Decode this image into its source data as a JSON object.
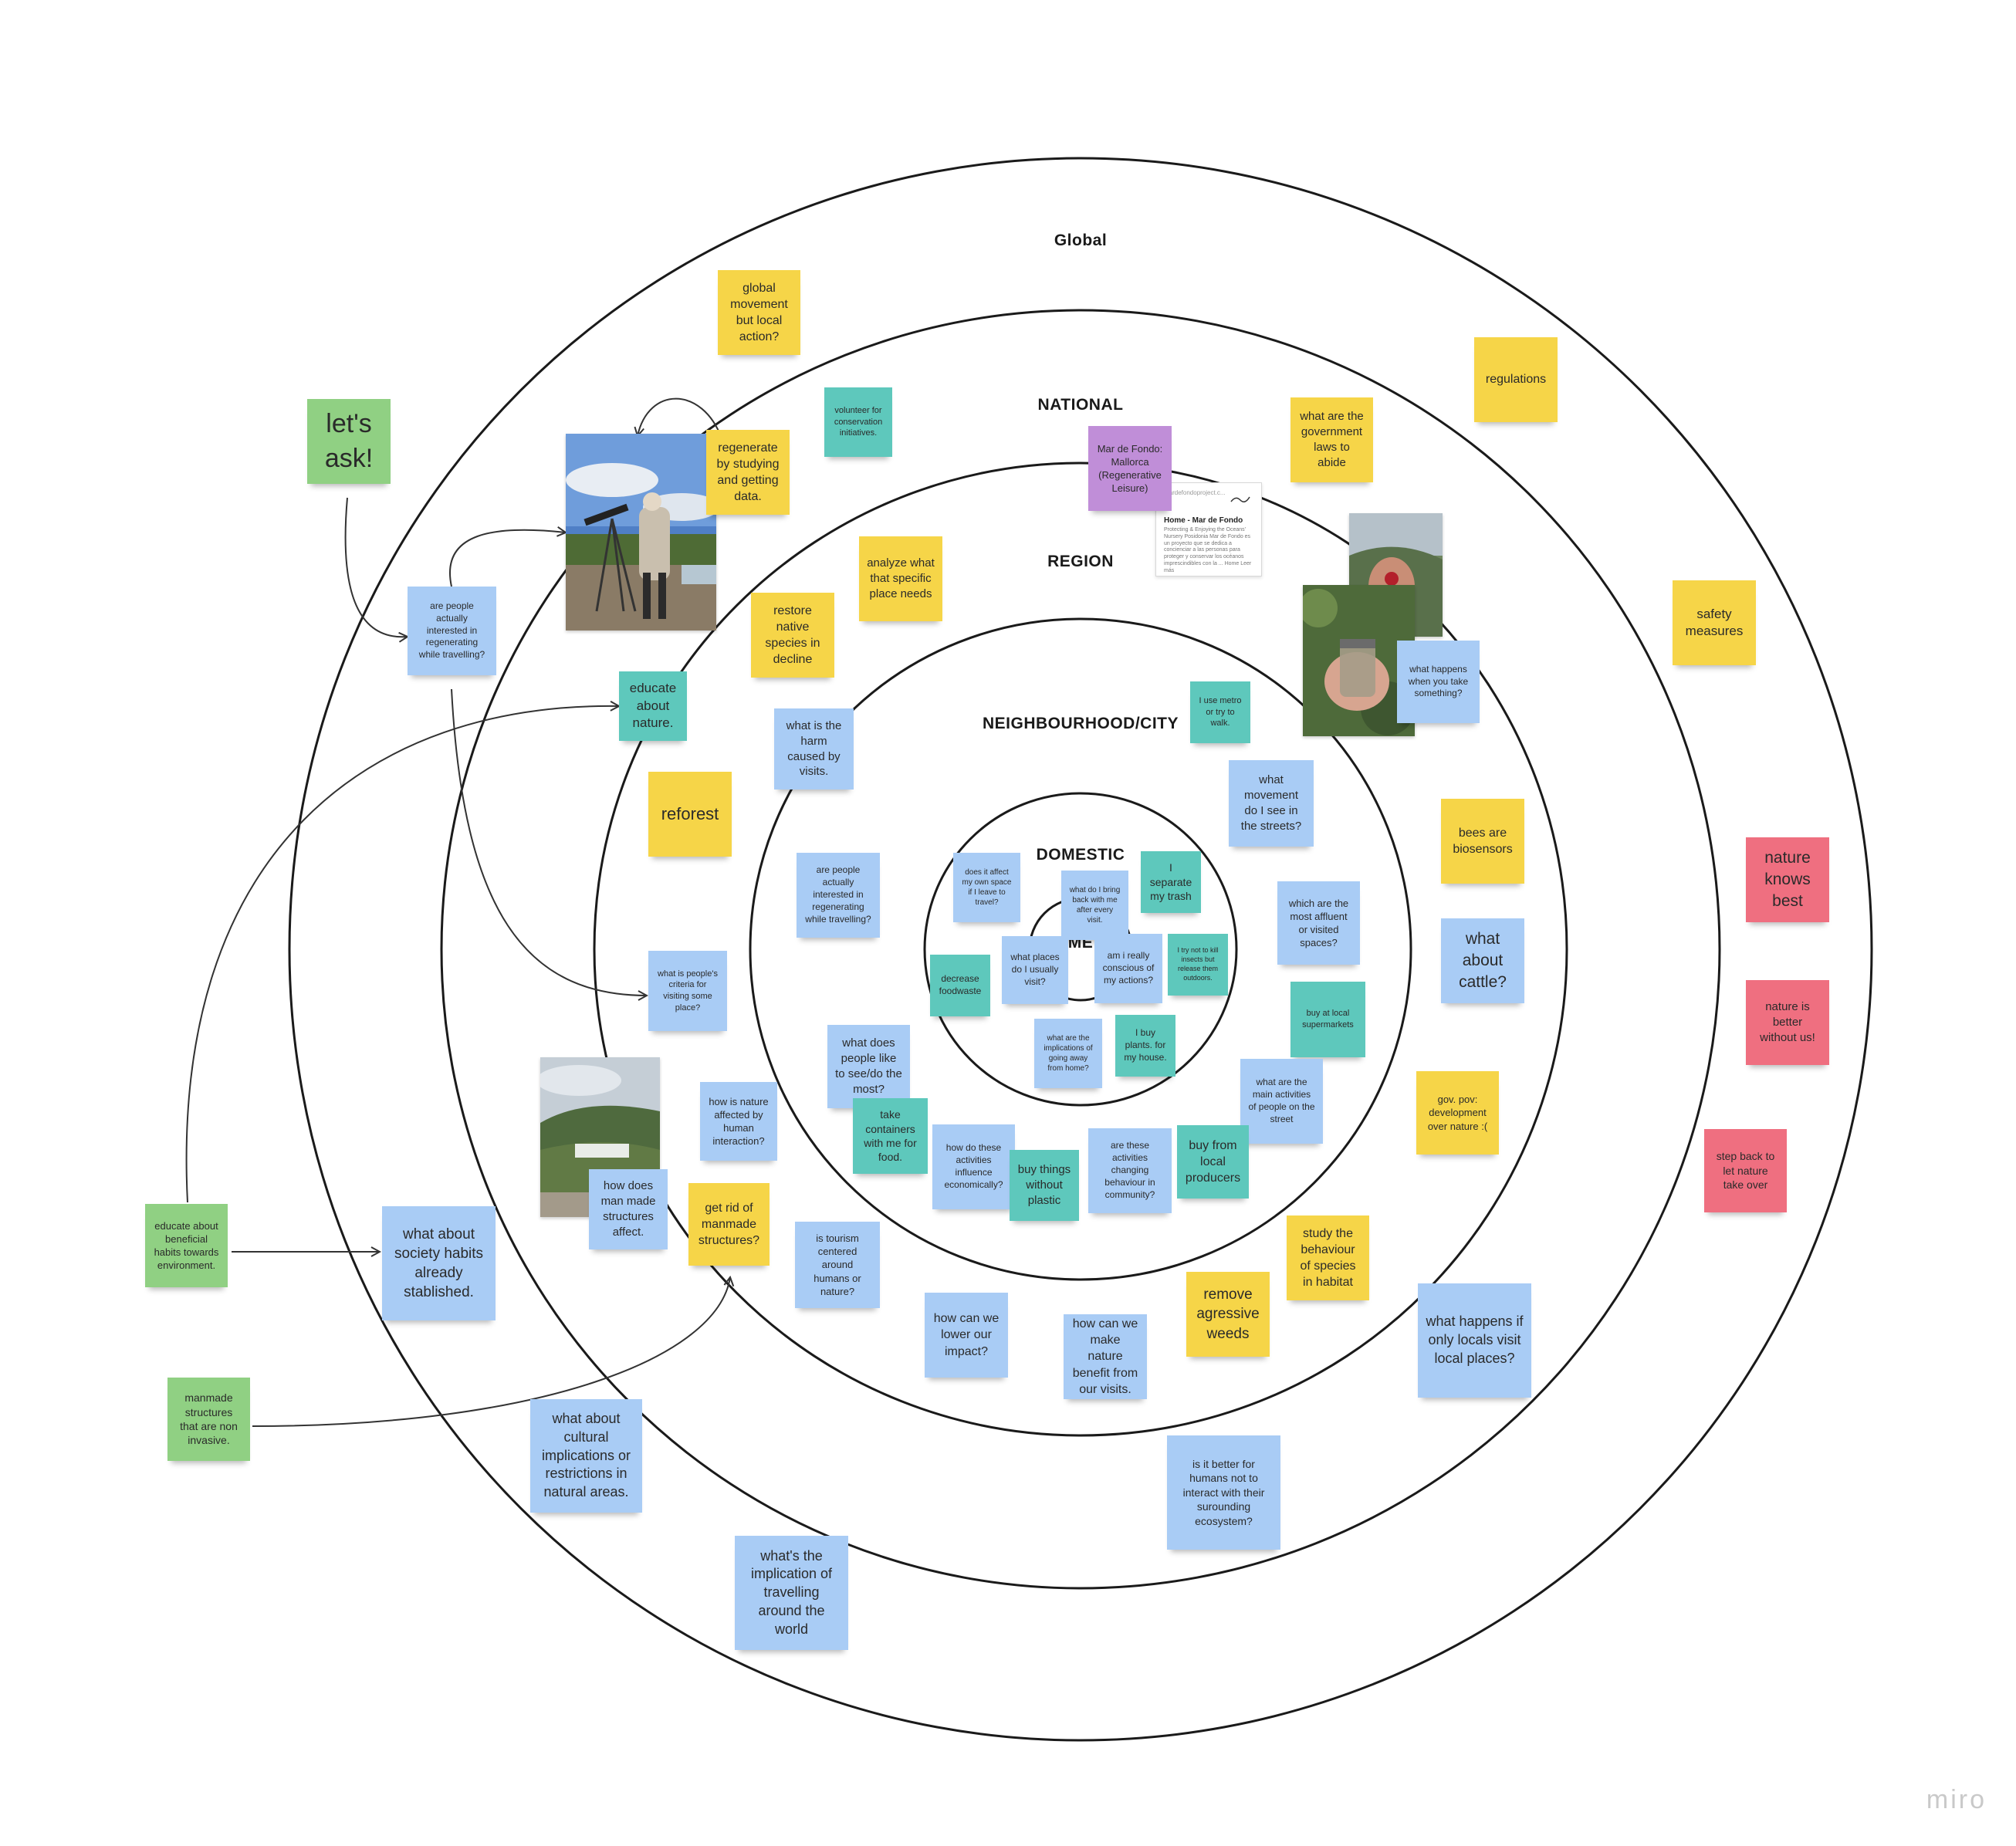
{
  "board": {
    "rings": {
      "global": "Global",
      "national": "NATIONAL",
      "region": "REGION",
      "neighbourhood": "NEIGHBOURHOOD/CITY",
      "domestic": "DOMESTIC",
      "me": "ME"
    },
    "wordmark": "miro",
    "link_card": {
      "url": "mardefondoproject.c...",
      "title": "Home - Mar de Fondo",
      "description": "Protecting & Enjoying the Oceans' Nursery Posidonia Mar de Fondo es un proyecto que se dedica a concienciar a las personas para proteger y conservar los océanos imprescindibles con la ... Home Leer más"
    },
    "notes": {
      "lets_ask": "let's ask!",
      "global_movement": "global movement but local action?",
      "regulations": "regulations",
      "government_laws": "what are the government laws to abide",
      "safety_measures": "safety measures",
      "volunteer": "volunteer for conservation initiatives.",
      "regenerate_data": "regenerate by studying and getting data.",
      "mar_de_fondo": "Mar de Fondo: Mallorca (Regenerative Leisure)",
      "analyze_place": "analyze what that specific place needs",
      "restore_species": "restore native species in decline",
      "people_interested_outer": "are people actually interested in regenerating while travelling?",
      "educate_nature": "educate about nature.",
      "harm_visits": "what is the harm caused by visits.",
      "reforest": "reforest",
      "use_metro": "I use metro or try to walk.",
      "what_happens_take": "what happens when you take something?",
      "movement_streets": "what movement do I see in the streets?",
      "bees_biosensors": "bees are biosensors",
      "nature_knows_best": "nature knows best",
      "affluent_spaces": "which are the most affluent or visited spaces?",
      "what_about_cattle": "what about cattle?",
      "nature_better_without": "nature is better without us!",
      "buy_local_supermarkets": "buy at local supermarkets",
      "main_activities": "what are the main activities of people on the street",
      "gov_pov": "gov. pov: development over nature :(",
      "step_back": "step back to let nature take over",
      "people_interested_inner": "are people actually interested in regenerating while travelling?",
      "affect_own_space": "does it affect my own space if I leave to travel?",
      "bring_back": "what do I bring back with me after every visit.",
      "separate_trash": "I separate my trash",
      "places_visit": "what places do I usually visit?",
      "really_conscious": "am i really conscious of my actions?",
      "not_kill_insects": "I try not to kill insects but release them outdoors.",
      "decrease_foodwaste": "decrease foodwaste",
      "implications_going_away": "what are the implications of going away from home?",
      "buy_plants": "I buy plants. for my house.",
      "criteria_visiting": "what is people's criteria for visiting some place?",
      "people_like_see": "what does people like to see/do the most?",
      "take_containers": "take containers with me for food.",
      "activities_economically": "how do these activities influence economically?",
      "buy_without_plastic": "buy things without plastic",
      "activities_changing": "are these activities changing behaviour in community?",
      "buy_local_producers": "buy from local producers",
      "nature_affected": "how is nature affected by human interaction?",
      "man_made_affect": "how does man made structures affect.",
      "get_rid_manmade": "get rid of manmade structures?",
      "tourism_centered": "is tourism centered around humans or nature?",
      "study_behaviour": "study the behaviour of species in habitat",
      "remove_weeds": "remove agressive weeds",
      "lower_impact": "how can we lower our impact?",
      "nature_benefit": "how can we make nature benefit from our visits.",
      "locals_visit": "what happens if only locals visit local places?",
      "educate_habits": "educate about beneficial habits towards environment.",
      "society_habits": "what about society habits already stablished.",
      "manmade_noninvasive": "manmade structures that are non invasive.",
      "cultural_implications": "what about cultural implications or restrictions in natural areas.",
      "better_not_interact": "is it better for humans not to interact with their surounding ecosystem?",
      "travelling_world": "what's the implication of travelling around the world"
    }
  }
}
